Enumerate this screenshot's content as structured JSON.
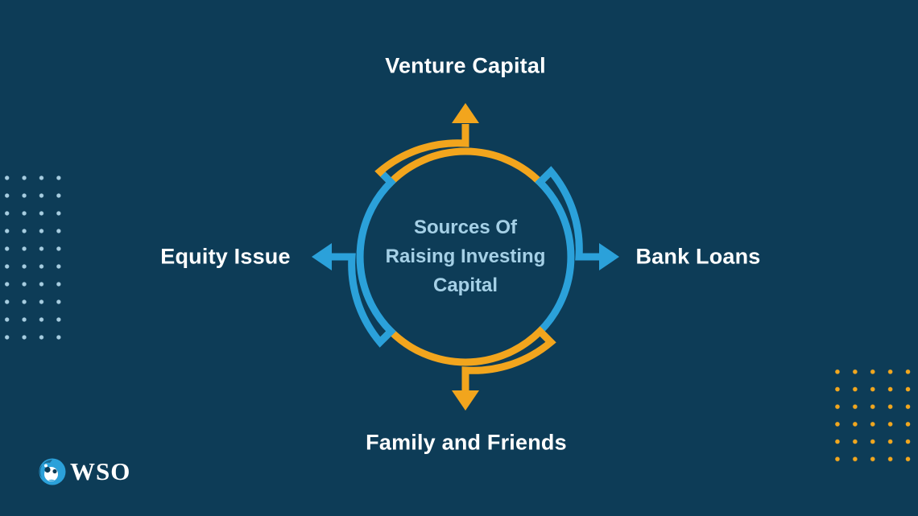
{
  "diagram": {
    "center": {
      "lines": [
        "Sources Of",
        "Raising Investing",
        "Capital"
      ],
      "text_color": "#a5d0e6"
    },
    "nodes": [
      {
        "label": "Venture Capital",
        "position": "top",
        "arrow_direction": "up",
        "arrow_color": "#f2a51d"
      },
      {
        "label": "Bank Loans",
        "position": "right",
        "arrow_direction": "right",
        "arrow_color": "#2ba1da"
      },
      {
        "label": "Family and Friends",
        "position": "bottom",
        "arrow_direction": "down",
        "arrow_color": "#f2a51d"
      },
      {
        "label": "Equity Issue",
        "position": "left",
        "arrow_direction": "left",
        "arrow_color": "#2ba1da"
      }
    ]
  },
  "logo": {
    "text": "WSO",
    "icon": "wso-panda-swirl-icon"
  },
  "decor": {
    "dots_left": {
      "columns": 4,
      "rows": 10,
      "color": "#a7cde0"
    },
    "dots_right": {
      "columns": 5,
      "rows": 6,
      "color": "#f2a71e"
    }
  },
  "colors": {
    "background": "#0d3c57",
    "orange": "#f2a51d",
    "blue": "#2ba1da",
    "label_text": "#ffffff",
    "center_text": "#a5d0e6"
  }
}
